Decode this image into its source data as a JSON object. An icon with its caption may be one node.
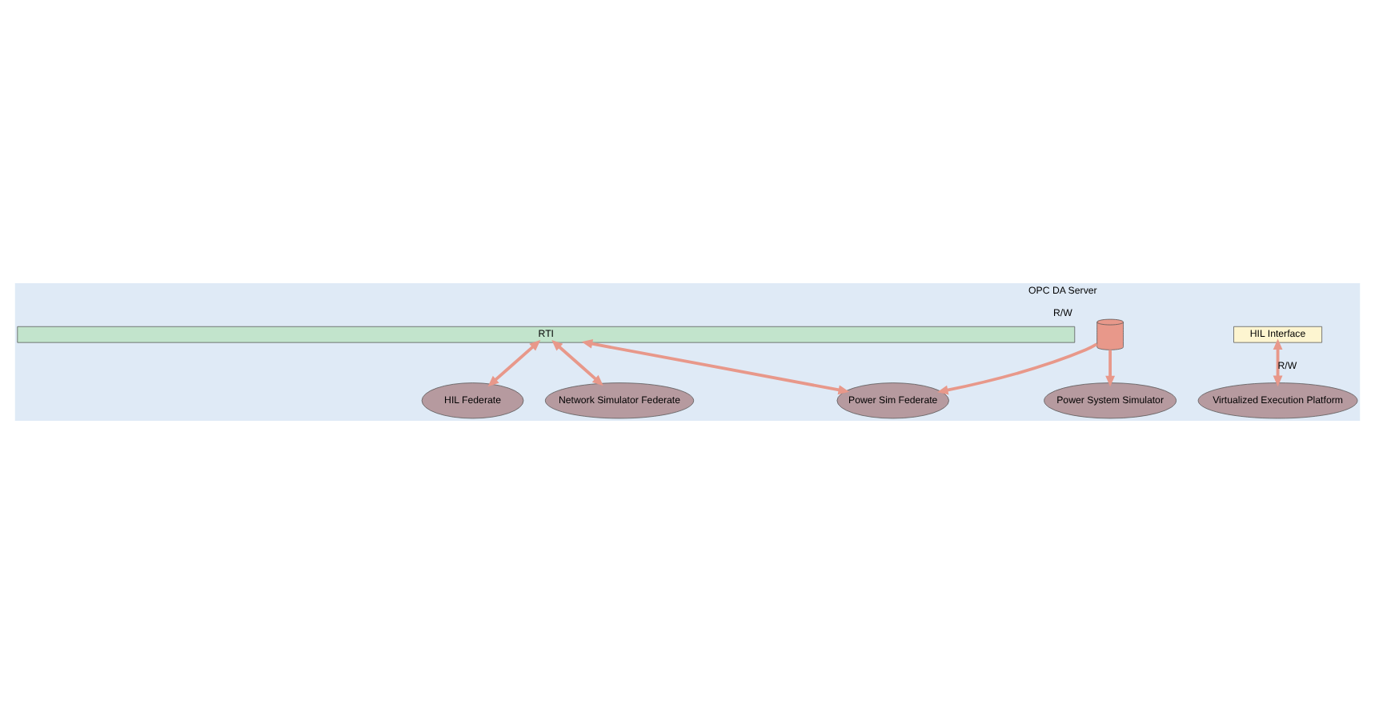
{
  "diagram": {
    "nodes": [
      {
        "text": [
          "RTI"
        ]
      },
      {
        "text": [
          "Network Simulator Federate"
        ]
      },
      {
        "text": [
          "Power Sim Federate"
        ]
      },
      {
        "text": [
          "HIL Federate"
        ]
      },
      {
        "text": [
          "HIL Interface"
        ]
      },
      {
        "text": [],
        "shape": "cylinder",
        "beside": [
          "OPC DA Server",
          "R/W"
        ]
      },
      {
        "text": [
          "Power System Simulator"
        ]
      },
      {
        "text": [
          "Virtualized Execution Platform"
        ]
      }
    ],
    "edges": [
      {
        "from": 0,
        "to": 1,
        "arrow": "both"
      },
      {
        "from": 0,
        "to": 2,
        "arrow": "both"
      },
      {
        "from": 0,
        "to": 3,
        "arrow": "both"
      },
      {
        "from": 5,
        "to": 2,
        "arrow": "to"
      },
      {
        "from": 5,
        "to": 6,
        "arrow": "to"
      },
      {
        "from": 4,
        "to": 7,
        "arrow": "both",
        "label": "R/W"
      }
    ]
  }
}
